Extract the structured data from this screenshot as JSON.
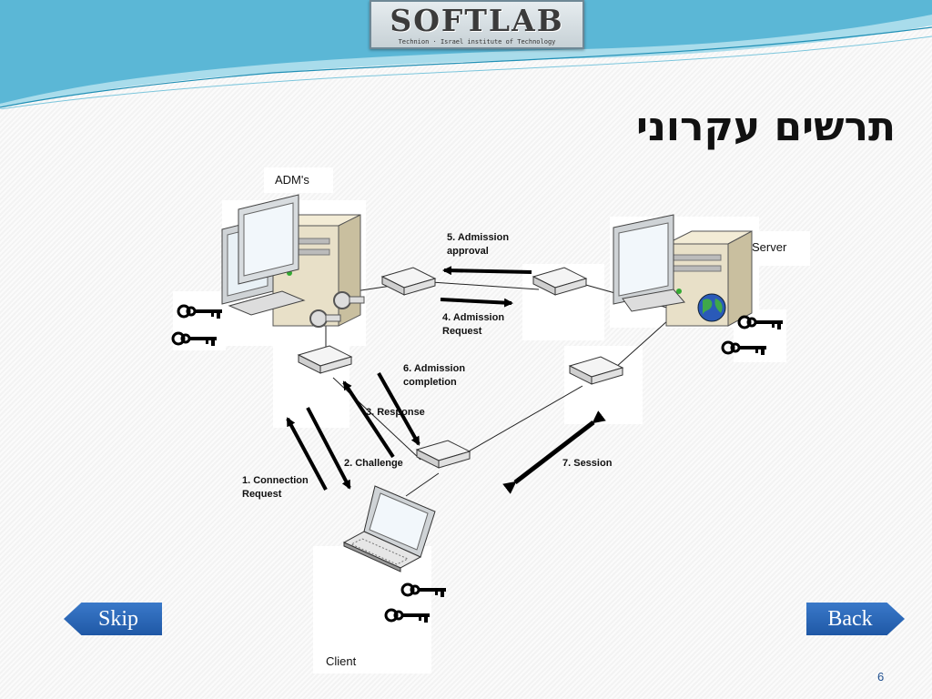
{
  "logo": {
    "main": "SOFTLAB",
    "sub": "Technion · Israel institute of Technology"
  },
  "title": "תרשים עקרוני",
  "nodes": {
    "adm": "ADM's",
    "server": "Server",
    "client": "Client"
  },
  "steps": {
    "s1": "1. Connection\nRequest",
    "s2": "2. Challenge",
    "s3": "3. Response",
    "s4": "4. Admission\nRequest",
    "s5": "5. Admission\napproval",
    "s6": "6. Admission\ncompletion",
    "s7": "7. Session"
  },
  "nav": {
    "skip": "Skip",
    "back": "Back"
  },
  "page_number": "6",
  "colors": {
    "button": "#2a67b6",
    "wave": "#5bb7d6",
    "text": "#111111"
  },
  "icons": [
    "key-icon",
    "computer-icon",
    "server-tower-icon",
    "laptop-icon",
    "router-icon",
    "globe-icon"
  ]
}
